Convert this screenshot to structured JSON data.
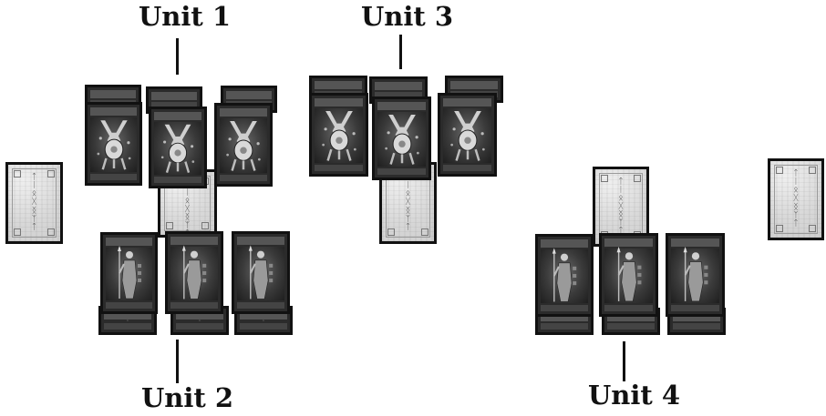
{
  "labels": {
    "unit1": "Unit 1",
    "unit2": "Unit 2",
    "unit3": "Unit 3",
    "unit4": "Unit 4"
  },
  "rune_glyphs": [
    "ᛏ",
    "ᛁ",
    "ᛟ",
    "ᚷ",
    "ᛝ",
    "ᛉ",
    "ᛏ"
  ],
  "card_types": {
    "back": "rune-card-back",
    "creature": "monster-card",
    "warrior": "spearman-card"
  },
  "colors": {
    "ink": "#111111",
    "card_back": "#d8d8d8",
    "card_face": "#2b2b2b"
  }
}
